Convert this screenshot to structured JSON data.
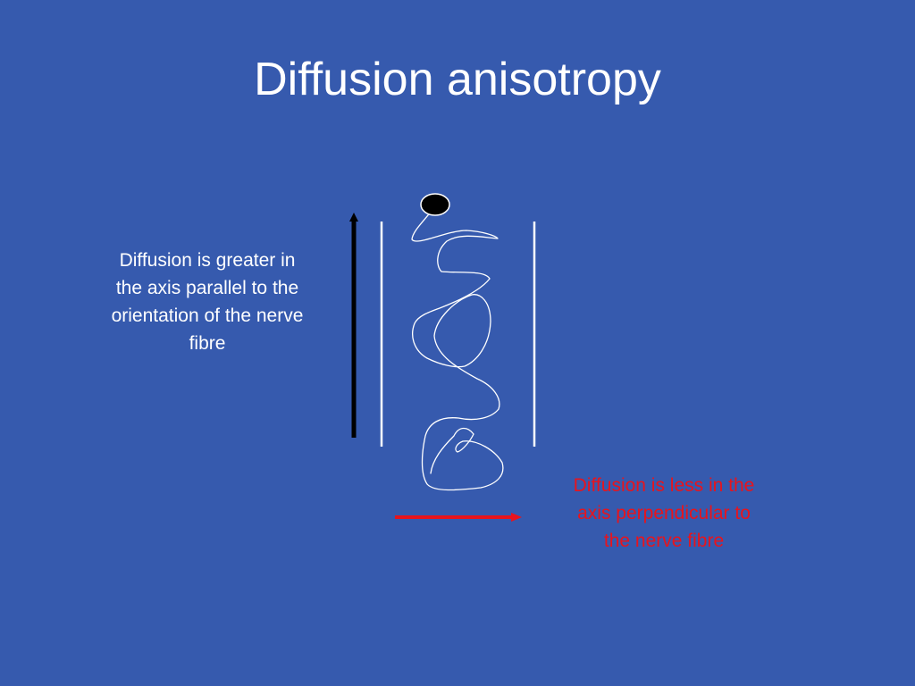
{
  "slide": {
    "title": "Diffusion anisotropy",
    "left_caption": "Diffusion is greater in the axis parallel to the orientation of the nerve fibre",
    "right_caption": "Diffusion is less in the axis perpendicular to the nerve fibre"
  },
  "colors": {
    "background": "#365aae",
    "title_text": "#ffffff",
    "left_caption_text": "#ffffff",
    "right_caption_text": "#e8141d",
    "parallel_arrow": "#000000",
    "perpendicular_arrow": "#e8141d",
    "fibre_walls": "#ffffff",
    "random_walk_path": "#ffffff",
    "molecule": "#000000"
  }
}
